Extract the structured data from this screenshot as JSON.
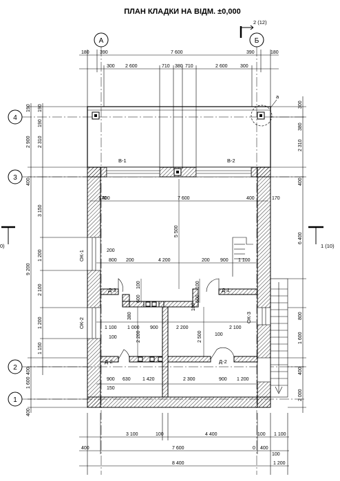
{
  "title": "ПЛАН КЛАДКИ НА ВІДМ. ±0,000",
  "axes": {
    "a": "А",
    "b": "Б",
    "r4": "4",
    "r3": "3",
    "r2": "2",
    "r1": "1"
  },
  "section_marks": {
    "top": "2 (12)",
    "right": "1 (10)",
    "left": "0)"
  },
  "callout": "а",
  "top_dims": {
    "row1": [
      "180",
      "390",
      "7 600",
      "390",
      "180"
    ],
    "row2": [
      "300",
      "2 600",
      "710",
      "380",
      "710",
      "2 600",
      "300"
    ]
  },
  "left_dims": {
    "outer": [
      "190",
      "2 900",
      "400",
      "9 200",
      "400",
      "1 600",
      "400"
    ],
    "inner": [
      "190",
      "190",
      "2 310",
      "3 150",
      "1 200",
      "2 100",
      "1 200",
      "1 150"
    ]
  },
  "right_dims": [
    "300",
    "380",
    "2 310",
    "400",
    "6 400",
    "800",
    "1 600",
    "400",
    "2 000"
  ],
  "interior_dims": {
    "d170l": "170",
    "d400l": "400",
    "d7600": "7 600",
    "d400r": "400",
    "d170r": "170",
    "d5500": "5 500",
    "d200a": "200",
    "d800": "800",
    "d200b": "200",
    "d4200": "4 200",
    "d200c": "200",
    "d900a": "900",
    "d1100a": "1 100",
    "d100a": "100",
    "d100b": "100",
    "d600a": "600",
    "d100c": "100",
    "d600b": "600",
    "d380": "380",
    "d1100b": "1 100",
    "d1000": "1 000",
    "d900b": "900",
    "d2200a": "2 200",
    "d2100": "2 100",
    "d100d": "100",
    "d2200b": "2 200",
    "d2500": "2 500",
    "d100e": "100",
    "d900c": "900",
    "d630": "630",
    "d1420": "1 420",
    "d2300": "2 300",
    "d900d": "900",
    "d1200a": "1 200",
    "d150": "150"
  },
  "bottom_dims": {
    "row1": [
      "3 100",
      "100",
      "4 400",
      "100",
      "1 100"
    ],
    "row2": [
      "400",
      "7 600",
      "0",
      "400",
      "100"
    ],
    "row3": [
      "8 400",
      "1 200"
    ]
  },
  "labels": {
    "v1": "В-1",
    "v2": "В-2",
    "ok1": "ОК-1",
    "ok2": "ОК-2",
    "ok3": "ОК-3",
    "d3": "Д-3",
    "d1": "Д-1",
    "d2a": "Д-2",
    "d2b": "Д-2"
  }
}
